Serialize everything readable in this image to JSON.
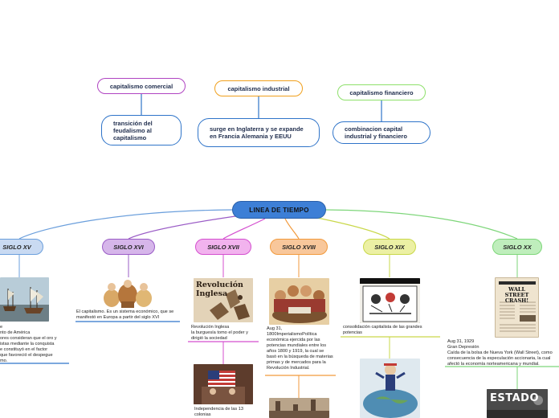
{
  "root": {
    "label": "LINEA DE TIEMPO",
    "color": "#3d7fd6"
  },
  "concepts": [
    {
      "label": "capitalismo comercial",
      "color": "#b044c2",
      "detail": "transición del feudalismo al capitalismo",
      "detail_color": "#2f74c9"
    },
    {
      "label": "capitalismo industrial",
      "color": "#f0a01c",
      "detail": "surge en Inglaterra y se expande en Francia Alemania y EEUU",
      "detail_color": "#2f74c9"
    },
    {
      "label": "capitalismo financiero",
      "color": "#8ee06b",
      "detail": "combinacion capital industrial y financiero",
      "detail_color": "#2f74c9"
    }
  ],
  "centuries": [
    {
      "label": "SIGLO XV",
      "color": "#6b9fdc",
      "fill": "#c9daf2"
    },
    {
      "label": "SIGLO XVI",
      "color": "#9a5cc6",
      "fill": "#d6b6ea"
    },
    {
      "label": "SIGLO XVII",
      "color": "#d44fcf",
      "fill": "#f2b3ee"
    },
    {
      "label": "SIGLO XVIII",
      "color": "#f29a3c",
      "fill": "#f8c79b"
    },
    {
      "label": "SIGLO XIX",
      "color": "#c9d84a",
      "fill": "#ecf0a4"
    },
    {
      "label": "SIGLO XX",
      "color": "#7ed67a",
      "fill": "#bfeebc"
    }
  ],
  "notes": {
    "xv": "e\nnto de América\nores consideran que el oro y\nistas mediante la conquista\ne constituyó en el factor\n que favoreció el despegue\nmo.",
    "xvi": "El capitalismo. Es un sistema económico, que se manifestó en Europa a partir del siglo XVI",
    "xvii_a": "Revolución Inglesa\nla burguesía tomo el poder y dirigió la sociedad",
    "xvii_b": "Independencia de las 13 colonias",
    "xviii": "Aug 31,\n1800ImperialismoPolítica económica ejercida por las potencias mundiales entre los años 1800 y 1919, la cual se basó en la búsqueda de materias primas y de mercados para la Revolución Industrial.",
    "xix": "consolidación capitalista de las grandes potencias",
    "xx": "Aug 31, 1929\nGran Depresión\nCaída de la bolsa de Nueva York (Wall Street), como consecuencia de la especulación accionaria, la cual afectó la economía norteamericana y mundial."
  },
  "images": {
    "xvii_title": "Revolución Inglesa",
    "xx_masthead": "WALL STREET CRASH!",
    "xx_stamp": "ESTADO"
  },
  "icons": [
    "ships-image",
    "family-image",
    "revolution-image",
    "flag-image",
    "imperialism-image",
    "cartoon-image",
    "globe-cartoon-image",
    "newspaper-image",
    "stamp-image",
    "factory-image"
  ]
}
